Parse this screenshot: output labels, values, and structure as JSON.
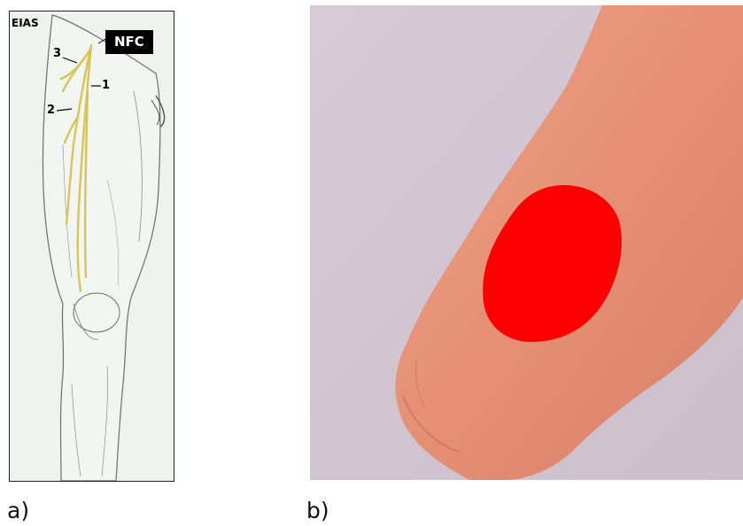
{
  "panel_a": {
    "eias_label": "EIAS",
    "nfc_label": "NFC",
    "branch_labels": [
      "1",
      "2",
      "3"
    ],
    "nerve_color": "#d9c455"
  },
  "panel_b": {
    "highlight_color": "#ff0000",
    "skin_color": "#e6977d",
    "background_color": "#d8cbd6"
  },
  "captions": {
    "a": "a)",
    "b": "b)"
  }
}
